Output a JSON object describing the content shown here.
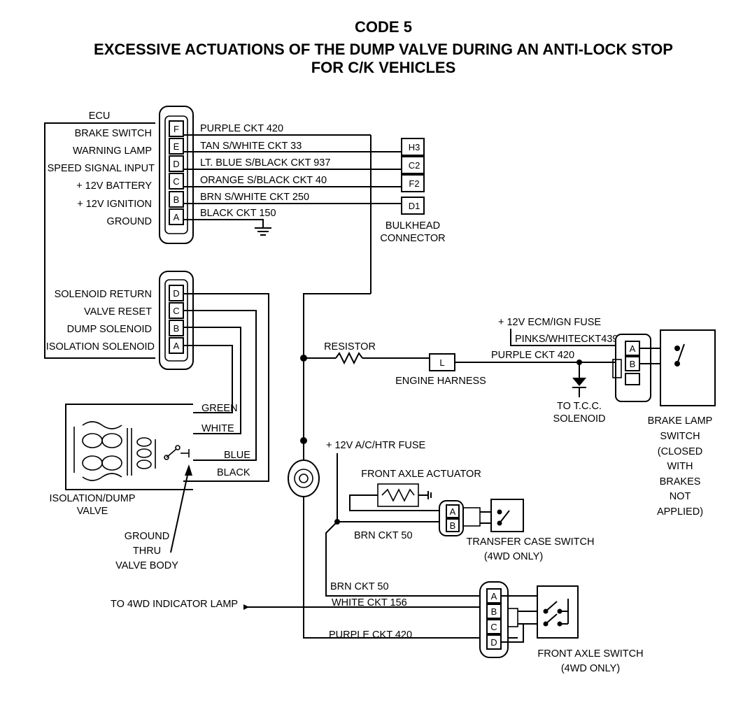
{
  "title": {
    "line1": "CODE 5",
    "line2": "EXCESSIVE ACTUATIONS OF THE DUMP VALVE DURING AN ANTI-LOCK STOP",
    "line3": "FOR C/K VEHICLES"
  },
  "ecu": {
    "label": "ECU",
    "upper_pins": [
      "F",
      "E",
      "D",
      "C",
      "B",
      "A"
    ],
    "upper_labels": [
      "BRAKE SWITCH",
      "WARNING LAMP",
      "SPEED SIGNAL INPUT",
      "+ 12V BATTERY",
      "+ 12V IGNITION",
      "GROUND"
    ],
    "lower_pins": [
      "D",
      "C",
      "B",
      "A"
    ],
    "lower_labels": [
      "SOLENOID RETURN",
      "VALVE RESET",
      "DUMP SOLENOID",
      "ISOLATION SOLENOID"
    ]
  },
  "wires": {
    "purple_420": "PURPLE CKT 420",
    "tan_33": "TAN S/WHITE CKT 33",
    "ltblue_937": "LT. BLUE S/BLACK CKT 937",
    "orange_40": "ORANGE S/BLACK CKT  40",
    "brn_250": "BRN S/WHITE CKT 250",
    "black_150": "BLACK CKT 150",
    "green": "GREEN",
    "white": "WHITE",
    "blue": "BLUE",
    "black": "BLACK",
    "pink_439": "PINKS/WHITECKT439",
    "purple_420_b": "PURPLE CKT 420",
    "brn_50_a": "BRN CKT 50",
    "brn_50_b": "BRN CKT 50",
    "white_156": "WHITE CKT 156",
    "purple_420_c": "PURPLE CKT 420"
  },
  "bulkhead": {
    "pins": [
      "H3",
      "C2",
      "F2",
      "D1"
    ],
    "label_1": "BULKHEAD",
    "label_2": "CONNECTOR"
  },
  "valve": {
    "label_1": "ISOLATION/DUMP",
    "label_2": "VALVE"
  },
  "ground_note": {
    "line1": "GROUND",
    "line2": "THRU",
    "line3": "VALVE BODY"
  },
  "resistor": "RESISTOR",
  "engine_harness": {
    "pin": "L",
    "label": "ENGINE HARNESS"
  },
  "ecm_fuse": "+ 12V ECM/IGN FUSE",
  "tcc": {
    "line1": "TO T.C.C.",
    "line2": "SOLENOID"
  },
  "brake_lamp": {
    "pins": [
      "A",
      "B"
    ],
    "lines": [
      "BRAKE LAMP",
      "SWITCH",
      "(CLOSED",
      "WITH",
      "BRAKES",
      "NOT",
      "APPLIED)"
    ]
  },
  "ac_fuse": "+ 12V A/C/HTR FUSE",
  "front_axle_actuator": "FRONT AXLE ACTUATOR",
  "transfer_case": {
    "pins": [
      "A",
      "B"
    ],
    "line1": "TRANSFER CASE SWITCH",
    "line2": "(4WD ONLY)"
  },
  "indicator_lamp": "TO 4WD INDICATOR LAMP",
  "front_axle_switch": {
    "pins": [
      "A",
      "B",
      "C",
      "D"
    ],
    "line1": "FRONT AXLE SWITCH",
    "line2": "(4WD ONLY)"
  }
}
